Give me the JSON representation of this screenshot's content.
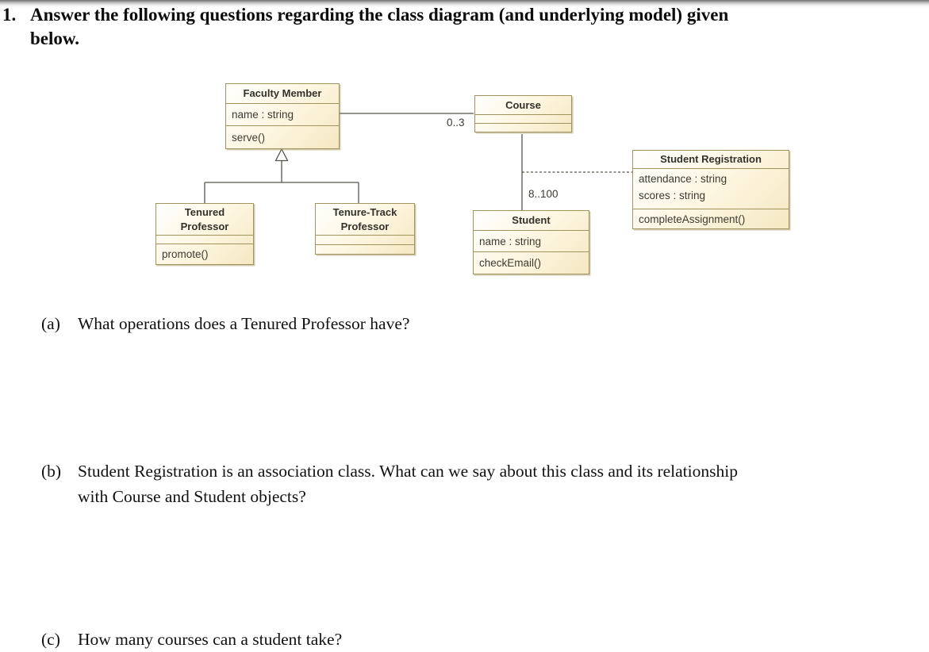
{
  "page": {
    "item_number": "1.",
    "title": "Answer the following questions regarding the class diagram (and underlying model) given\nbelow."
  },
  "diagram": {
    "classes": {
      "faculty_member": {
        "name": "Faculty Member",
        "attributes": [
          "name : string"
        ],
        "operations": [
          "serve()"
        ]
      },
      "course": {
        "name": "Course",
        "attributes": [],
        "operations": []
      },
      "student_registration": {
        "name": "Student Registration",
        "attributes": [
          "attendance : string",
          "scores : string"
        ],
        "operations": [
          "completeAssignment()"
        ]
      },
      "student": {
        "name": "Student",
        "attributes": [
          "name : string"
        ],
        "operations": [
          "checkEmail()"
        ]
      },
      "tenured_professor": {
        "name": "Tenured\nProfessor",
        "attributes": [],
        "operations": [
          "promote()"
        ]
      },
      "tenure_track_professor": {
        "name": "Tenure-Track\nProfessor",
        "attributes": [],
        "operations": []
      }
    },
    "multiplicities": {
      "faculty_course": "0..3",
      "course_student": "8..100"
    }
  },
  "questions": {
    "a": {
      "label": "(a)",
      "text": "What operations does a Tenured Professor have?"
    },
    "b": {
      "label": "(b)",
      "text": "Student Registration is an association class. What can we say about this class and its relationship\nwith Course and Student objects?"
    },
    "c": {
      "label": "(c)",
      "text": "How many courses can a student take?"
    }
  }
}
